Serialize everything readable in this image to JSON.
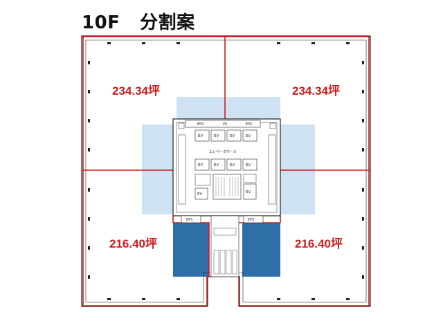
{
  "title": {
    "floor": "10F",
    "plan": "分割案"
  },
  "colors": {
    "partition_line": "#d11a1a",
    "label_text": "#d11a1a",
    "light_blue_zone": "#cfe2f3",
    "dark_blue_zone": "#2f6fa8",
    "wall": "#222222"
  },
  "sections": {
    "north_west": {
      "area": "234.34坪"
    },
    "north_east": {
      "area": "234.34坪"
    },
    "south_west": {
      "area": "216.40坪"
    },
    "south_east": {
      "area": "216.40坪"
    }
  },
  "core": {
    "elevator_hall": "エレベータホール",
    "ev": "EV",
    "eps": "EPS",
    "ps": "PS"
  }
}
